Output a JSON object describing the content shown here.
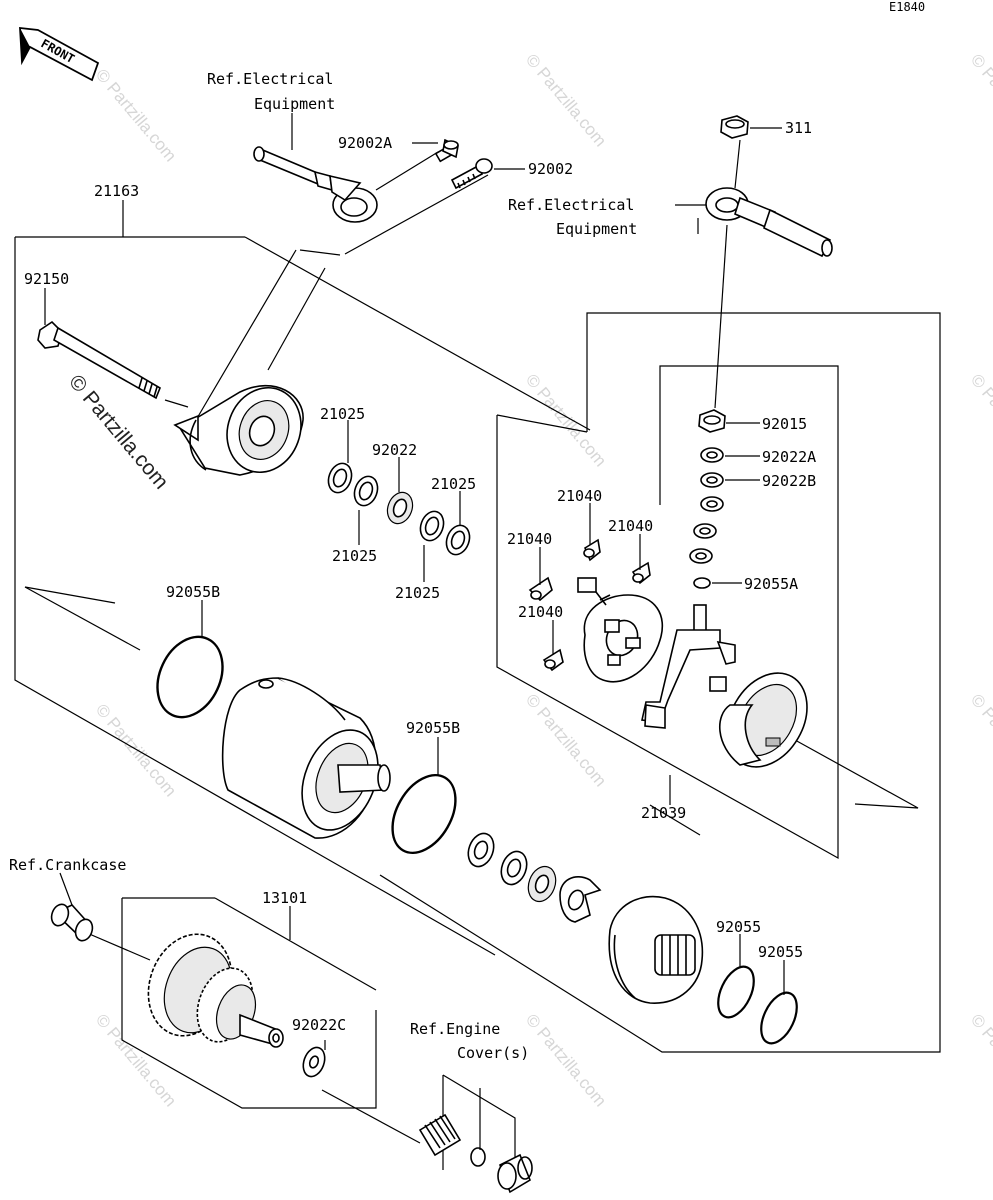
{
  "diagram_code": "E1840",
  "front_label": "FRONT",
  "watermark": "© Partzilla.com",
  "refs": {
    "electrical_top_1": "Ref.Electrical",
    "electrical_top_2": "Equipment",
    "electrical_right_1": "Ref.Electrical",
    "electrical_right_2": "Equipment",
    "crankcase": "Ref.Crankcase",
    "engine_cover_1": "Ref.Engine",
    "engine_cover_2": "Cover(s)"
  },
  "parts": {
    "p92002A": "92002A",
    "p92002": "92002",
    "p311": "311",
    "p21163": "21163",
    "p92150": "92150",
    "p21025_a": "21025",
    "p92022": "92022",
    "p21025_b": "21025",
    "p21025_c": "21025",
    "p21025_d": "21025",
    "p92015": "92015",
    "p92022A": "92022A",
    "p92022B": "92022B",
    "p21040_a": "21040",
    "p21040_b": "21040",
    "p21040_c": "21040",
    "p21040_d": "21040",
    "p92055A": "92055A",
    "p92055B_a": "92055B",
    "p92055B_b": "92055B",
    "p21039": "21039",
    "p13101": "13101",
    "p92022C": "92022C",
    "p92055_a": "92055",
    "p92055_b": "92055"
  }
}
